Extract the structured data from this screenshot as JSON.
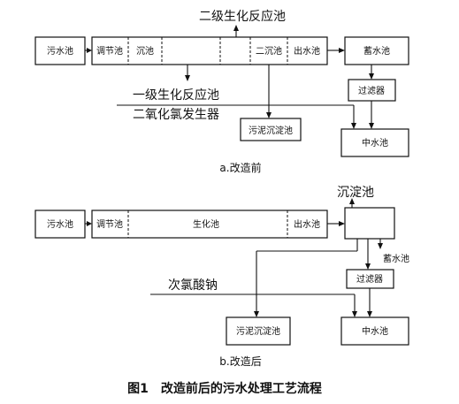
{
  "diagram_a": {
    "sewage_pool": "污水池",
    "regulating_pool": "调节池",
    "sedimentation_pool": "沉池",
    "secondary_sedimentation": "二沉池",
    "outlet_pool": "出水池",
    "storage_pool": "蓄水池",
    "filter": "过滤器",
    "reclaimed_pool": "中水池",
    "sludge_pool": "污泥沉淀池",
    "secondary_bioreactor": "二级生化反应池",
    "primary_bioreactor": "一级生化反应池",
    "chlorine_dioxide_generator": "二氧化氯发生器",
    "caption": "a.改造前"
  },
  "diagram_b": {
    "sewage_pool": "污水池",
    "regulating_pool": "调节池",
    "bio_pool": "生化池",
    "outlet_pool": "出水池",
    "settling_pool": "沉淀池",
    "storage_pool": "蓄水池",
    "filter": "过滤器",
    "reclaimed_pool": "中水池",
    "sludge_pool": "污泥沉淀池",
    "sodium_hypochlorite": "次氯酸钠",
    "caption": "b.改造后"
  },
  "figure_caption": "图1　改造前后的污水处理工艺流程"
}
